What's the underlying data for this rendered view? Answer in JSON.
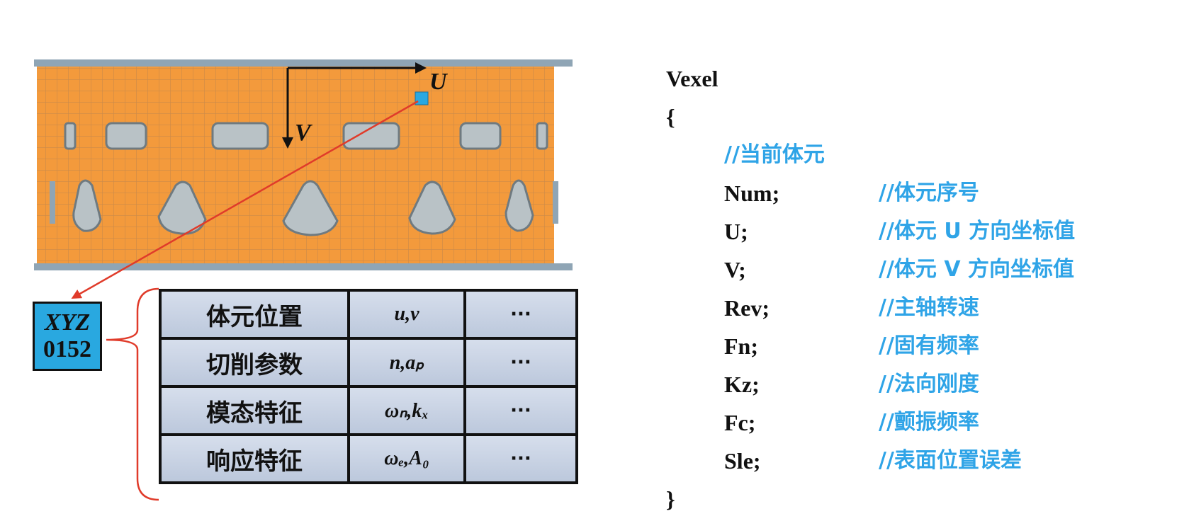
{
  "model": {
    "axis_u_label": "U",
    "axis_v_label": "V"
  },
  "voxel_tag": {
    "line1": "XYZ",
    "line2": "0152"
  },
  "feature_table": {
    "rows": [
      {
        "name": "体元位置",
        "param": "u,v",
        "more": "···"
      },
      {
        "name": "切削参数",
        "param": "n,aₚ",
        "more": "···"
      },
      {
        "name": "模态特征",
        "param": "ωₙ,kₓ",
        "more": "···"
      },
      {
        "name": "响应特征",
        "param": "ωₑ,A₀",
        "more": "···"
      }
    ]
  },
  "code": {
    "struct_name": "Vexel",
    "open_brace": "{",
    "close_brace": "}",
    "header_comment": "//当前体元",
    "fields": [
      {
        "name": "Num;",
        "comment": "//体元序号"
      },
      {
        "name": "U;",
        "comment": "//体元 U 方向坐标值"
      },
      {
        "name": "V;",
        "comment": "//体元 V 方向坐标值"
      },
      {
        "name": "Rev;",
        "comment": "//主轴转速"
      },
      {
        "name": "Fn;",
        "comment": "//固有频率"
      },
      {
        "name": "Kz;",
        "comment": "//法向刚度"
      },
      {
        "name": "Fc;",
        "comment": "//颤振频率"
      },
      {
        "name": "Sle;",
        "comment": "//表面位置误差"
      }
    ]
  },
  "colors": {
    "surface": "#f39a3c",
    "grid": "#c98a4a",
    "rim": "#8fa5b5",
    "holes": "#b9c2c6",
    "voxel": "#29a8e0",
    "arrow": "#e03b2a",
    "bracket": "#e03b2a",
    "comment": "#2fa4e7"
  }
}
